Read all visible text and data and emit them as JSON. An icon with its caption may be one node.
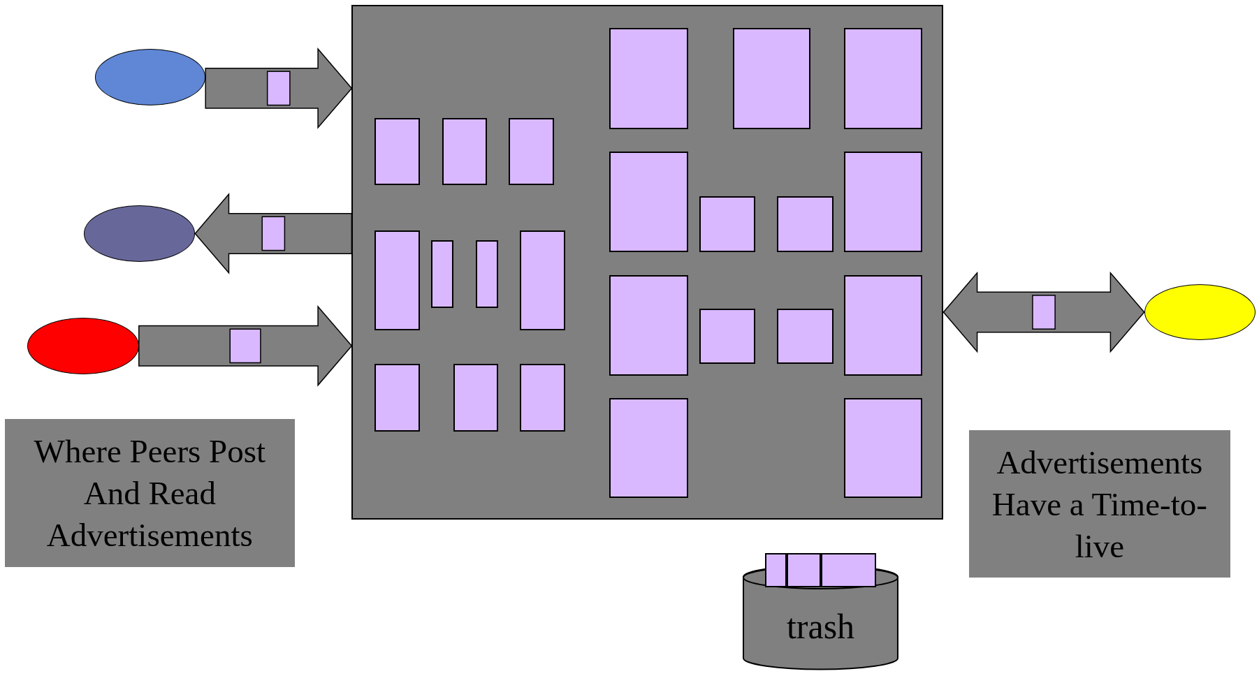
{
  "diagram": {
    "nodes": [
      {
        "text": [],
        "shape": "ellipse"
      },
      {
        "text": [],
        "shape": "ellipse"
      },
      {
        "text": [],
        "shape": "ellipse"
      },
      {
        "text": [
          "Where Peers Post And Read Advertisements"
        ]
      },
      {
        "text": [],
        "shape": "box"
      },
      {
        "text": [],
        "shape": "box",
        "in": 4
      },
      {
        "text": [],
        "shape": "box",
        "in": 4
      },
      {
        "text": [],
        "shape": "box",
        "in": 4
      },
      {
        "text": [],
        "shape": "box",
        "in": 4
      },
      {
        "text": [],
        "shape": "box",
        "in": 4
      },
      {
        "text": [],
        "shape": "box",
        "in": 4
      },
      {
        "text": [],
        "shape": "box",
        "in": 4
      },
      {
        "text": [],
        "shape": "box",
        "in": 4
      },
      {
        "text": [],
        "shape": "box",
        "in": 4
      },
      {
        "text": [],
        "shape": "box",
        "in": 4
      },
      {
        "text": [],
        "shape": "box",
        "in": 4
      },
      {
        "text": [],
        "shape": "box",
        "in": 4
      },
      {
        "text": [],
        "shape": "box",
        "in": 4
      },
      {
        "text": [],
        "shape": "box",
        "in": 4
      },
      {
        "text": [],
        "shape": "box",
        "in": 4
      },
      {
        "text": [],
        "shape": "box",
        "in": 4
      },
      {
        "text": [],
        "shape": "box",
        "in": 4
      },
      {
        "text": [],
        "shape": "box",
        "in": 4
      },
      {
        "text": [],
        "shape": "box",
        "in": 4
      },
      {
        "text": [],
        "shape": "box",
        "in": 4
      },
      {
        "text": [],
        "shape": "box",
        "in": 4
      },
      {
        "text": [],
        "shape": "box",
        "in": 4
      },
      {
        "text": [],
        "shape": "box",
        "in": 4
      },
      {
        "text": [],
        "shape": "ellipse"
      },
      {
        "text": [
          "Advertisements Have a Time-to-live"
        ]
      },
      {
        "text": [],
        "shape": "box"
      },
      {
        "text": [],
        "shape": "box"
      },
      {
        "text": [],
        "shape": "box"
      },
      {
        "text": [
          "trash"
        ]
      }
    ],
    "edges": [
      {
        "from": 0,
        "to": 4,
        "arrow": "to"
      },
      {
        "from": 4,
        "to": 1,
        "arrow": "to"
      },
      {
        "from": 2,
        "to": 4,
        "arrow": "to"
      },
      {
        "from": 4,
        "to": 28,
        "arrow": "both"
      }
    ]
  }
}
